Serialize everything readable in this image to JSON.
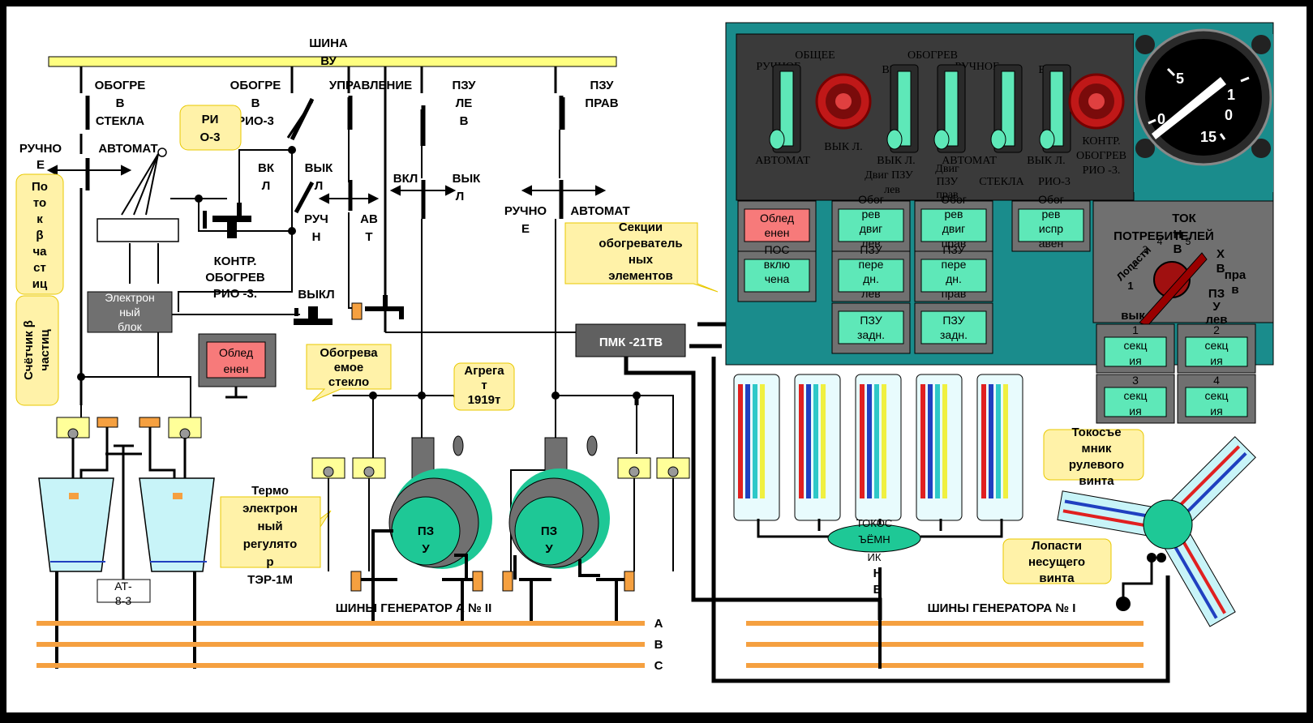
{
  "colors": {
    "panel_teal": "#1a8c8c",
    "panel_dark": "#3a3a3a",
    "call_yellow": "#fff2a8",
    "led_green": "#5ee8b8",
    "led_red": "#f77a7a",
    "bus_orange": "#f5a040",
    "term_yellow": "#ffff99",
    "rotor_green": "#1ec896"
  },
  "bus_top": [
    "ШИНА",
    "ВУ"
  ],
  "switches": {
    "obogrev_stekla": [
      "ОБОГРЕ",
      "В",
      "СТЕКЛА"
    ],
    "obogrev_rio": [
      "ОБОГРЕ",
      "В",
      "РИО-3"
    ],
    "upravlenie": "УПРАВЛЕНИЕ",
    "pzu_lev": [
      "ПЗУ",
      "ЛЕ",
      "В"
    ],
    "pzu_prav": [
      "ПЗУ",
      "ПРАВ"
    ],
    "ruchnoe_left": [
      "РУЧНО",
      "Е"
    ],
    "avtomat_left": "АВТОМАТ",
    "vkl_rio": [
      "ВК",
      "Л"
    ],
    "vykl_rio": [
      "ВЫК",
      "Л"
    ],
    "ruchn": [
      "РУЧ",
      "Н"
    ],
    "avt": [
      "АВ",
      "Т"
    ],
    "vkl_pzu": "ВКЛ",
    "vykl_pzu": [
      "ВЫК",
      "Л"
    ],
    "ruchnoe_right": [
      "РУЧНО",
      "Е"
    ],
    "avtomat_right": "АВТОМАТ",
    "vykl_bottom": "ВЫКЛ",
    "kontr_obogrev": [
      "КОНТР.",
      "ОБОГРЕВ",
      "РИО -3."
    ]
  },
  "callouts": {
    "rio3": [
      "РИ",
      "О-3"
    ],
    "potok": [
      "По",
      "то",
      "к",
      "β",
      "ча",
      "ст",
      "иц"
    ],
    "counter": [
      "Счётчик β",
      "частиц"
    ],
    "glass": [
      "Обогрева",
      "емое",
      "стекло"
    ],
    "agregat": [
      "Агрега",
      "т",
      "1919т"
    ],
    "termo": [
      "Термо",
      "электрон",
      "ный",
      "регулято",
      "р",
      "ТЭР-1М"
    ],
    "sections": [
      "Секции",
      "обогреватель",
      "ных",
      "элементов"
    ],
    "tail_collector": [
      "Токосъе",
      "мник",
      "рулевого",
      "винта"
    ],
    "main_blades": [
      "Лопасти",
      "несущего",
      "винта"
    ]
  },
  "electronic_block": [
    "Электрон",
    "ный",
    "блок"
  ],
  "monitor": [
    "Облед",
    "енен"
  ],
  "at83": [
    "АТ-",
    "8-3"
  ],
  "pmk": "ПМК -21ТВ",
  "pzu_unit": [
    "ПЗ",
    "У"
  ],
  "bottom_bus": {
    "left_title": "ШИНЫ    ГЕНЕРАТОР  А  № II",
    "right_title": "ШИНЫ  ГЕНЕРАТОРА  № I",
    "phases": [
      "А",
      "В",
      "С"
    ]
  },
  "rotor_collector": [
    "ТОКОС",
    "ЪЁМН",
    "ИК",
    "Н",
    "В"
  ],
  "panel_top": {
    "obogrev": "ОБОГРЕВ",
    "obshchee": "ОБЩЕЕ",
    "ruchnoe1": "РУЧНОЕ",
    "avtomat1": "АВТОМАТ",
    "vykl1": "ВЫК Л.",
    "vkl2": "ВК Л.",
    "vykl2": [
      "ВЫК Л.",
      "Двиг ПЗУ",
      "лев"
    ],
    "ruchnoe3": "РУЧНОЕ",
    "avtomat3": "АВТОМАТ",
    "dvig_prav": [
      "Двиг",
      "ПЗУ",
      "прав"
    ],
    "stekla": "СТЕКЛА",
    "vkl4": "ВК Л.",
    "vykl4": "ВЫК Л.",
    "rio3": "РИО-3",
    "kontr": [
      "КОНТР.",
      "ОБОГРЕВ",
      "РИО -3."
    ]
  },
  "gauge": {
    "ticks": [
      "5",
      "10",
      "15",
      "0"
    ],
    "value": 3
  },
  "indicators": {
    "obled": [
      "Облед",
      "енен"
    ],
    "pos": [
      "ПОС",
      "вклю",
      "чена"
    ],
    "dvig_lev": [
      "Обог",
      "рев",
      "двиг",
      "лев"
    ],
    "dvig_prav": [
      "Обог",
      "рев",
      "двиг",
      "прав"
    ],
    "pzu_pered_lev": [
      "ПЗУ",
      "пере",
      "дн.",
      "лев"
    ],
    "pzu_pered_prav": [
      "ПЗУ",
      "пере",
      "дн.",
      "прав"
    ],
    "pzu_zadn_lev": [
      "ПЗУ",
      "задн."
    ],
    "pzu_zadn_prav": [
      "ПЗУ",
      "задн."
    ],
    "obogrev_ispraven": [
      "Обог",
      "рев",
      "испр",
      "авен"
    ]
  },
  "tok_panel": {
    "title": [
      "ТОК",
      "ПОТРЕБИТЕЛЕЙ"
    ],
    "lopasti": "Лопасти",
    "numbers": [
      "1",
      "2",
      "3",
      "4",
      "5"
    ],
    "h_v": [
      "Н",
      "В"
    ],
    "x_v": [
      "Х",
      "В"
    ],
    "vykl": [
      "вык",
      "л"
    ],
    "pz_prav": [
      "пра",
      "в"
    ],
    "pz_lev": [
      "ПЗ",
      "У",
      "лев"
    ],
    "sections": [
      [
        "1",
        "секц",
        "ия"
      ],
      [
        "2",
        "секц",
        "ия"
      ],
      [
        "3",
        "секц",
        "ия"
      ],
      [
        "4",
        "секц",
        "ия"
      ]
    ]
  }
}
